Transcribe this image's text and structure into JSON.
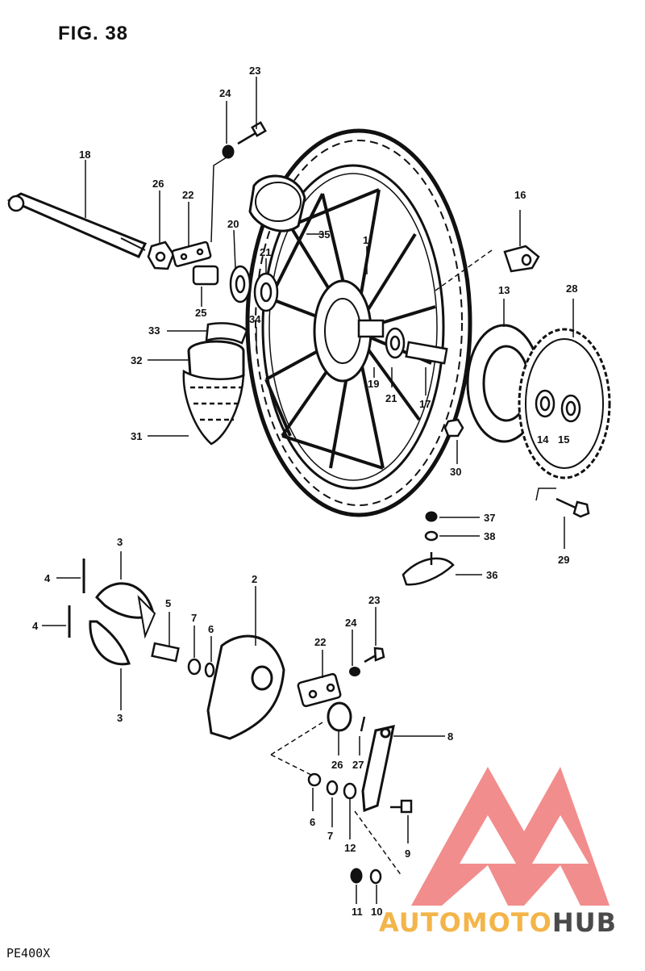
{
  "figure": {
    "title": "FIG. 38",
    "model": "PE400X"
  },
  "callouts": [
    {
      "id": "c1",
      "label": "1"
    },
    {
      "id": "c2",
      "label": "2"
    },
    {
      "id": "c3a",
      "label": "3"
    },
    {
      "id": "c3b",
      "label": "3"
    },
    {
      "id": "c4a",
      "label": "4"
    },
    {
      "id": "c4b",
      "label": "4"
    },
    {
      "id": "c5",
      "label": "5"
    },
    {
      "id": "c6a",
      "label": "6"
    },
    {
      "id": "c6b",
      "label": "6"
    },
    {
      "id": "c7a",
      "label": "7"
    },
    {
      "id": "c7b",
      "label": "7"
    },
    {
      "id": "c8",
      "label": "8"
    },
    {
      "id": "c9",
      "label": "9"
    },
    {
      "id": "c10",
      "label": "10"
    },
    {
      "id": "c11",
      "label": "11"
    },
    {
      "id": "c12",
      "label": "12"
    },
    {
      "id": "c13",
      "label": "13"
    },
    {
      "id": "c14",
      "label": "14"
    },
    {
      "id": "c15",
      "label": "15"
    },
    {
      "id": "c16",
      "label": "16"
    },
    {
      "id": "c17",
      "label": "17"
    },
    {
      "id": "c18",
      "label": "18"
    },
    {
      "id": "c19",
      "label": "19"
    },
    {
      "id": "c20",
      "label": "20"
    },
    {
      "id": "c21a",
      "label": "21"
    },
    {
      "id": "c21b",
      "label": "21"
    },
    {
      "id": "c22a",
      "label": "22"
    },
    {
      "id": "c22b",
      "label": "22"
    },
    {
      "id": "c23a",
      "label": "23"
    },
    {
      "id": "c23b",
      "label": "23"
    },
    {
      "id": "c24a",
      "label": "24"
    },
    {
      "id": "c24b",
      "label": "24"
    },
    {
      "id": "c25",
      "label": "25"
    },
    {
      "id": "c26a",
      "label": "26"
    },
    {
      "id": "c26b",
      "label": "26"
    },
    {
      "id": "c27",
      "label": "27"
    },
    {
      "id": "c28",
      "label": "28"
    },
    {
      "id": "c29",
      "label": "29"
    },
    {
      "id": "c30",
      "label": "30"
    },
    {
      "id": "c31",
      "label": "31"
    },
    {
      "id": "c32",
      "label": "32"
    },
    {
      "id": "c33",
      "label": "33"
    },
    {
      "id": "c34",
      "label": "34"
    },
    {
      "id": "c35",
      "label": "35"
    },
    {
      "id": "c36",
      "label": "36"
    },
    {
      "id": "c37",
      "label": "37"
    },
    {
      "id": "c38",
      "label": "38"
    }
  ],
  "watermark": {
    "part1": "AUTOMOTO",
    "part2": "HUB",
    "color_primary": "#f07a7a",
    "color_text": "#f3b54a",
    "color_dark": "#4a4a4a"
  }
}
